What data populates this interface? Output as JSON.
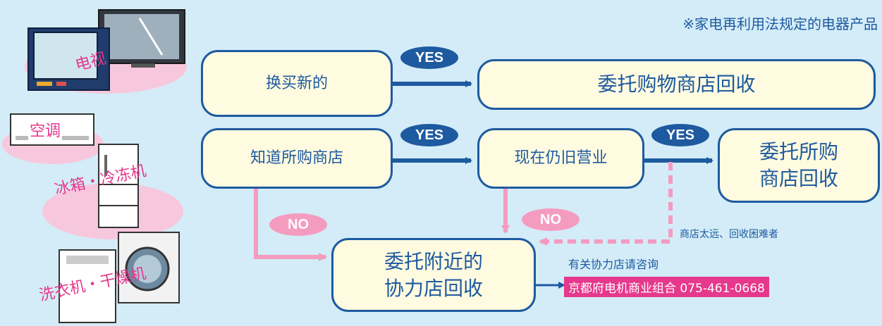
{
  "note": "※家电再利用法规定的电器产品",
  "appliances": {
    "tv": "电视",
    "aircon": "空调",
    "fridge": "冰箱・冷冻机",
    "washer": "洗衣机・干燥机"
  },
  "boxes": {
    "buy_new": "换买新的",
    "return_to_shop": "委托购物商店回收",
    "know_shop": "知道所购商店",
    "still_open": "现在仍旧营业",
    "return_purchase_line1": "委托所购",
    "return_purchase_line2": "商店回收",
    "nearby_line1": "委托附近的",
    "nearby_line2": "协力店回收"
  },
  "pills": {
    "yes": "YES",
    "no": "NO"
  },
  "far_note": "商店太远、回收困难者",
  "contact_label": "有关协力店请咨询",
  "contact": "京都府电机商业组合 075-461-0668",
  "colors": {
    "blue": "#1e5aa0",
    "pink": "#f49cc0",
    "magenta": "#e6388c",
    "box_fill": "#fffbe0",
    "background": "#d3ecf7"
  }
}
